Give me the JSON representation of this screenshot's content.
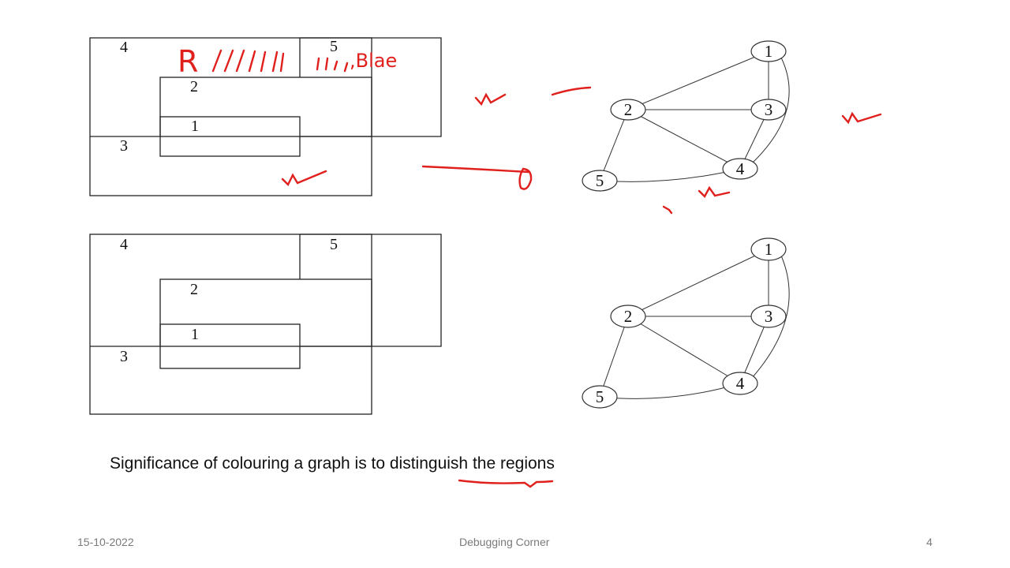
{
  "map_top": {
    "region_labels": [
      "4",
      "5",
      "2",
      "1",
      "3"
    ]
  },
  "map_bottom": {
    "region_labels": [
      "4",
      "5",
      "2",
      "1",
      "3"
    ]
  },
  "graph_top": {
    "nodes": [
      "1",
      "2",
      "3",
      "4",
      "5"
    ]
  },
  "graph_bottom": {
    "nodes": [
      "1",
      "2",
      "3",
      "4",
      "5"
    ]
  },
  "annotations": {
    "red_label": "R",
    "blue_label": ",Blae"
  },
  "caption": "Significance of colouring a graph is to distinguish the regions",
  "footer": {
    "date": "15-10-2022",
    "title": "Debugging Corner",
    "page": "4"
  },
  "colors": {
    "ink": "#e0201c",
    "line": "#222222",
    "footer_text": "#7a7a7a"
  }
}
